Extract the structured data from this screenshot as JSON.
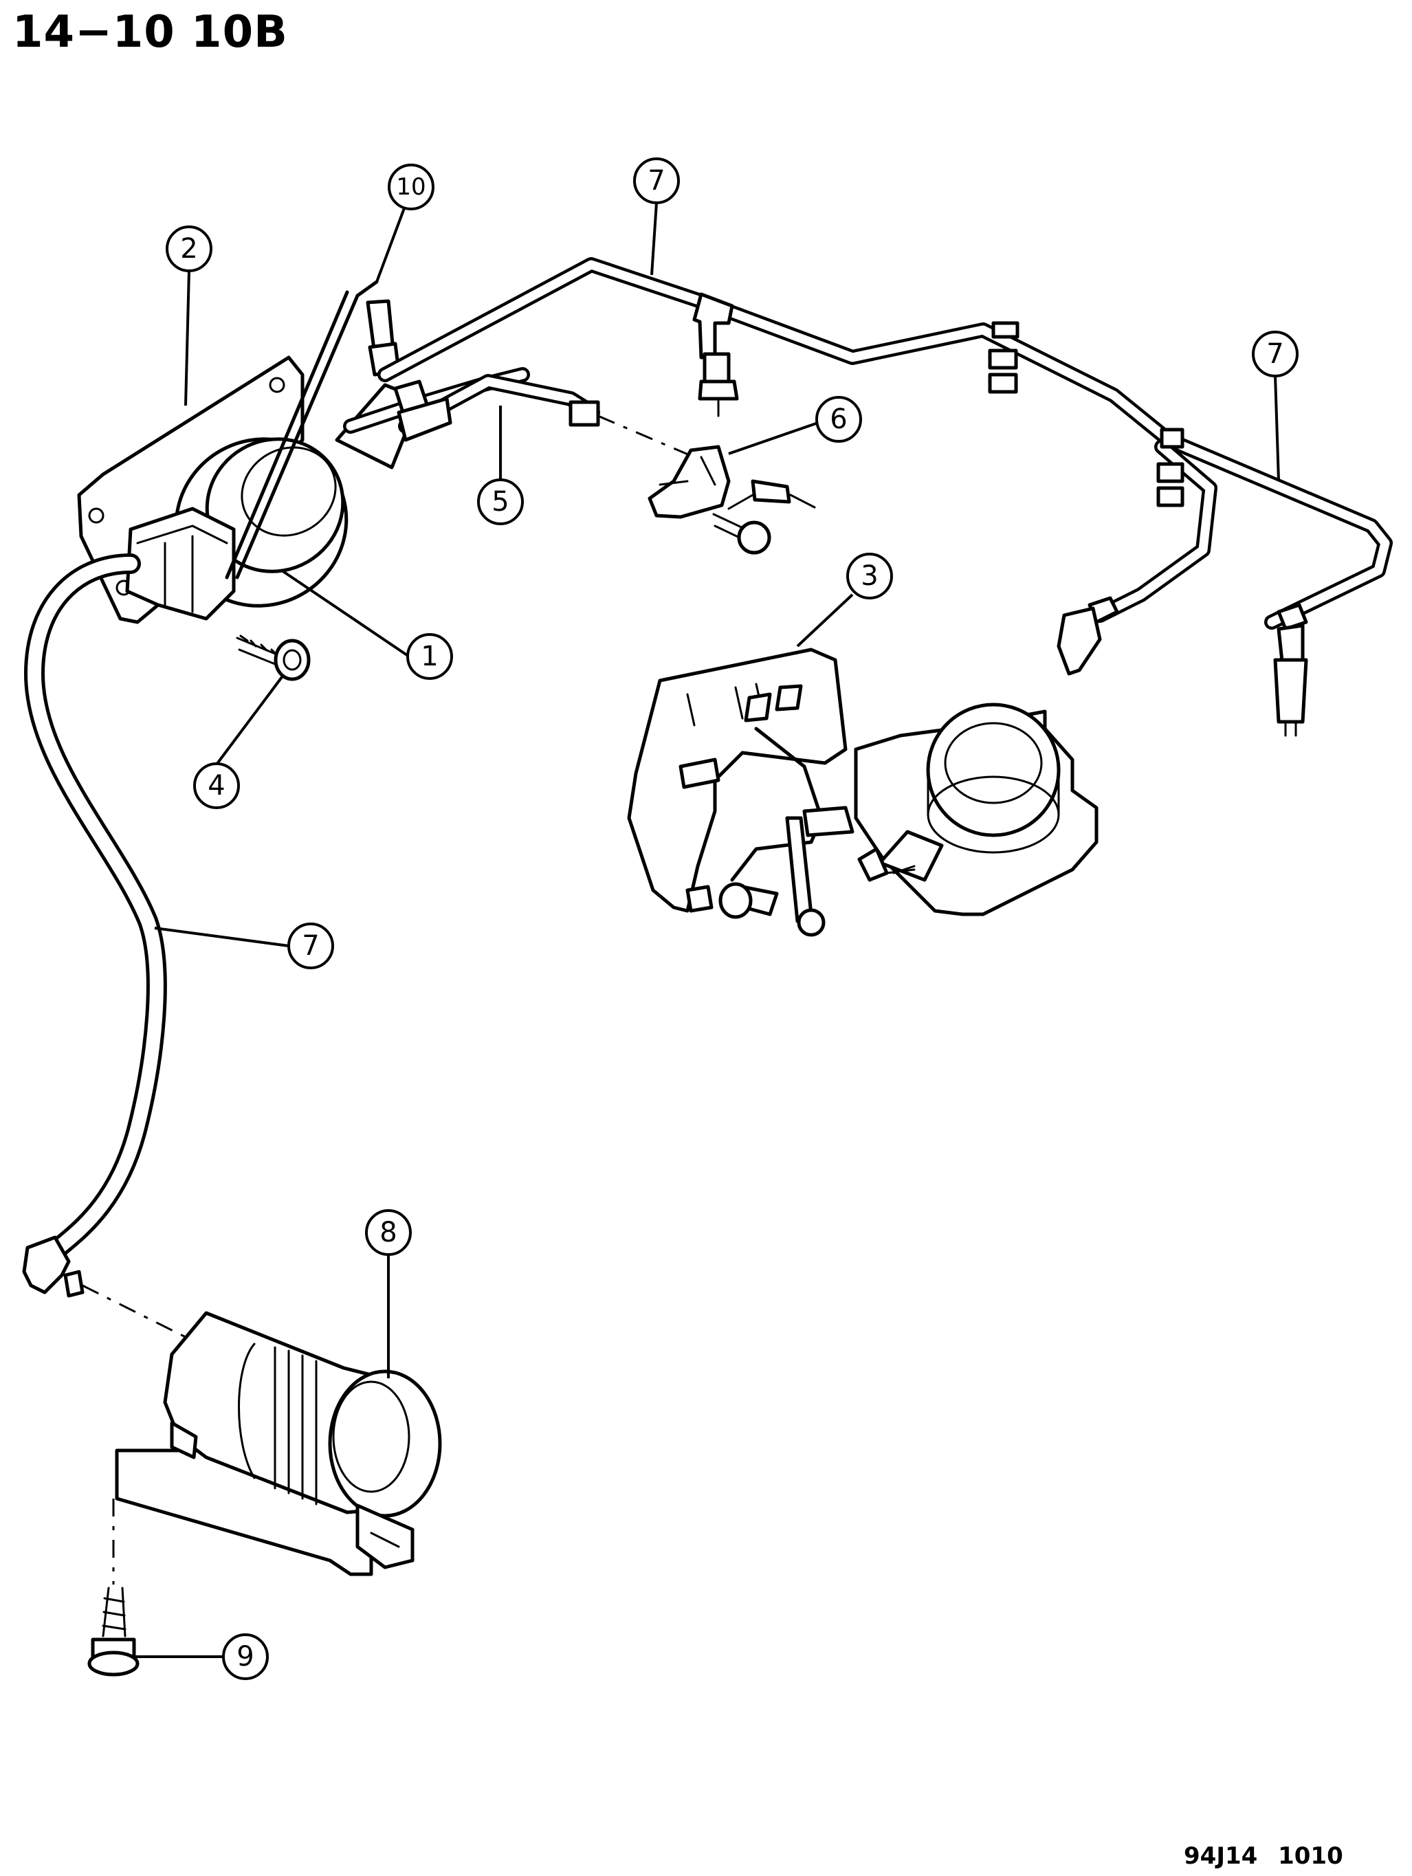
{
  "header": {
    "title": "14−10 10B"
  },
  "footer": {
    "figure_code": "94J14 1010"
  },
  "callouts": [
    {
      "id": "1",
      "label": "1"
    },
    {
      "id": "2",
      "label": "2"
    },
    {
      "id": "3",
      "label": "3"
    },
    {
      "id": "4",
      "label": "4"
    },
    {
      "id": "5",
      "label": "5"
    },
    {
      "id": "6",
      "label": "6"
    },
    {
      "id": "7a",
      "label": "7"
    },
    {
      "id": "7b",
      "label": "7"
    },
    {
      "id": "7c",
      "label": "7"
    },
    {
      "id": "8",
      "label": "8"
    },
    {
      "id": "9",
      "label": "9"
    },
    {
      "id": "10",
      "label": "10"
    }
  ]
}
